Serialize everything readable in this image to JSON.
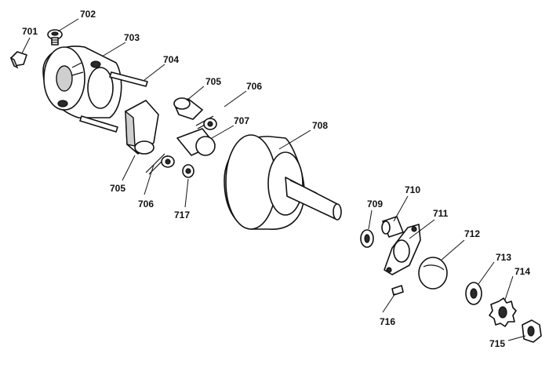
{
  "callouts": [
    {
      "id": "701",
      "text": "701"
    },
    {
      "id": "702",
      "text": "702"
    },
    {
      "id": "703",
      "text": "703"
    },
    {
      "id": "704",
      "text": "704"
    },
    {
      "id": "705a",
      "text": "705"
    },
    {
      "id": "705b",
      "text": "705"
    },
    {
      "id": "706a",
      "text": "706"
    },
    {
      "id": "706b",
      "text": "706"
    },
    {
      "id": "707",
      "text": "707"
    },
    {
      "id": "708",
      "text": "708"
    },
    {
      "id": "709",
      "text": "709"
    },
    {
      "id": "710",
      "text": "710"
    },
    {
      "id": "711",
      "text": "711"
    },
    {
      "id": "712",
      "text": "712"
    },
    {
      "id": "713",
      "text": "713"
    },
    {
      "id": "714",
      "text": "714"
    },
    {
      "id": "715",
      "text": "715"
    },
    {
      "id": "716",
      "text": "716"
    },
    {
      "id": "717",
      "text": "717"
    }
  ]
}
